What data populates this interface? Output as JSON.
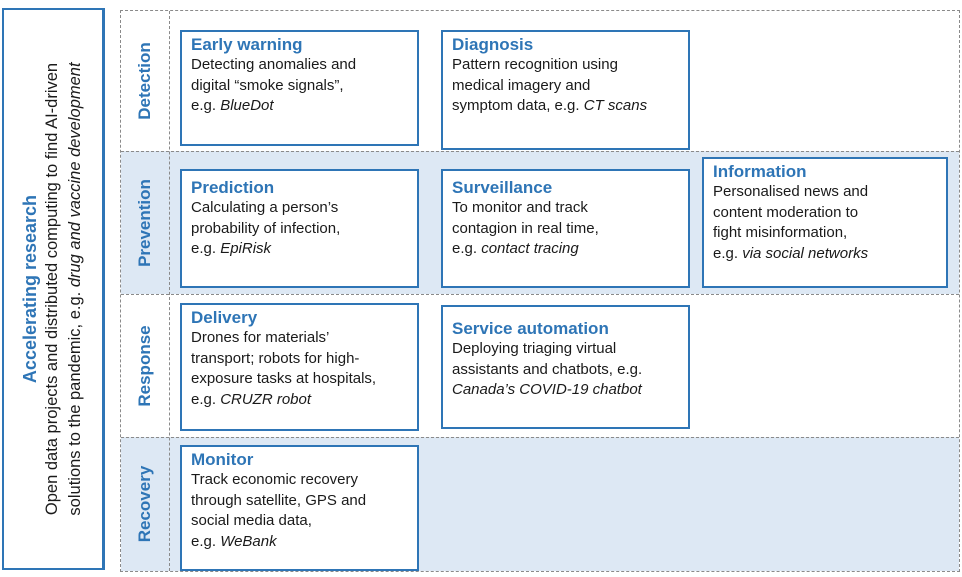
{
  "left_panel": {
    "title": "Accelerating research",
    "line1": "Open data projects and distributed computing to find AI-driven",
    "line2_prefix": "solutions to the pandemic, e.g. ",
    "line2_italic": "drug and vaccine development"
  },
  "rows": {
    "detection": "Detection",
    "prevention": "Prevention",
    "response": "Response",
    "recovery": "Recovery"
  },
  "cards": {
    "early_warning": {
      "title": "Early warning",
      "lines": [
        "Detecting anomalies and",
        "digital “smoke signals”,"
      ],
      "example_prefix": "e.g. ",
      "example": "BlueDot"
    },
    "diagnosis": {
      "title": "Diagnosis",
      "lines": [
        "Pattern recognition using",
        "medical imagery and"
      ],
      "example_prefix": "symptom data, e.g. ",
      "example": "CT scans"
    },
    "prediction": {
      "title": "Prediction",
      "lines": [
        "Calculating a person’s",
        "probability of infection,"
      ],
      "example_prefix": "e.g. ",
      "example": "EpiRisk"
    },
    "surveillance": {
      "title": "Surveillance",
      "lines": [
        "To monitor and track",
        "contagion in real time,"
      ],
      "example_prefix": "e.g. ",
      "example": "contact tracing"
    },
    "information": {
      "title": "Information",
      "lines": [
        "Personalised news and",
        "content moderation to",
        "fight misinformation,"
      ],
      "example_prefix": "e.g. ",
      "example": "via social networks"
    },
    "delivery": {
      "title": "Delivery",
      "lines": [
        "Drones for materials’",
        "transport; robots for high-",
        "exposure tasks at hospitals,"
      ],
      "example_prefix": "e.g. ",
      "example": "CRUZR robot"
    },
    "service_automation": {
      "title": "Service automation",
      "lines": [
        "Deploying triaging virtual",
        "assistants and chatbots, e.g."
      ],
      "example_prefix": "",
      "example": "Canada’s COVID-19 chatbot"
    },
    "monitor": {
      "title": "Monitor",
      "lines": [
        "Track economic recovery",
        "through satellite, GPS and",
        "social media data,"
      ],
      "example_prefix": "e.g. ",
      "example": "WeBank"
    }
  }
}
